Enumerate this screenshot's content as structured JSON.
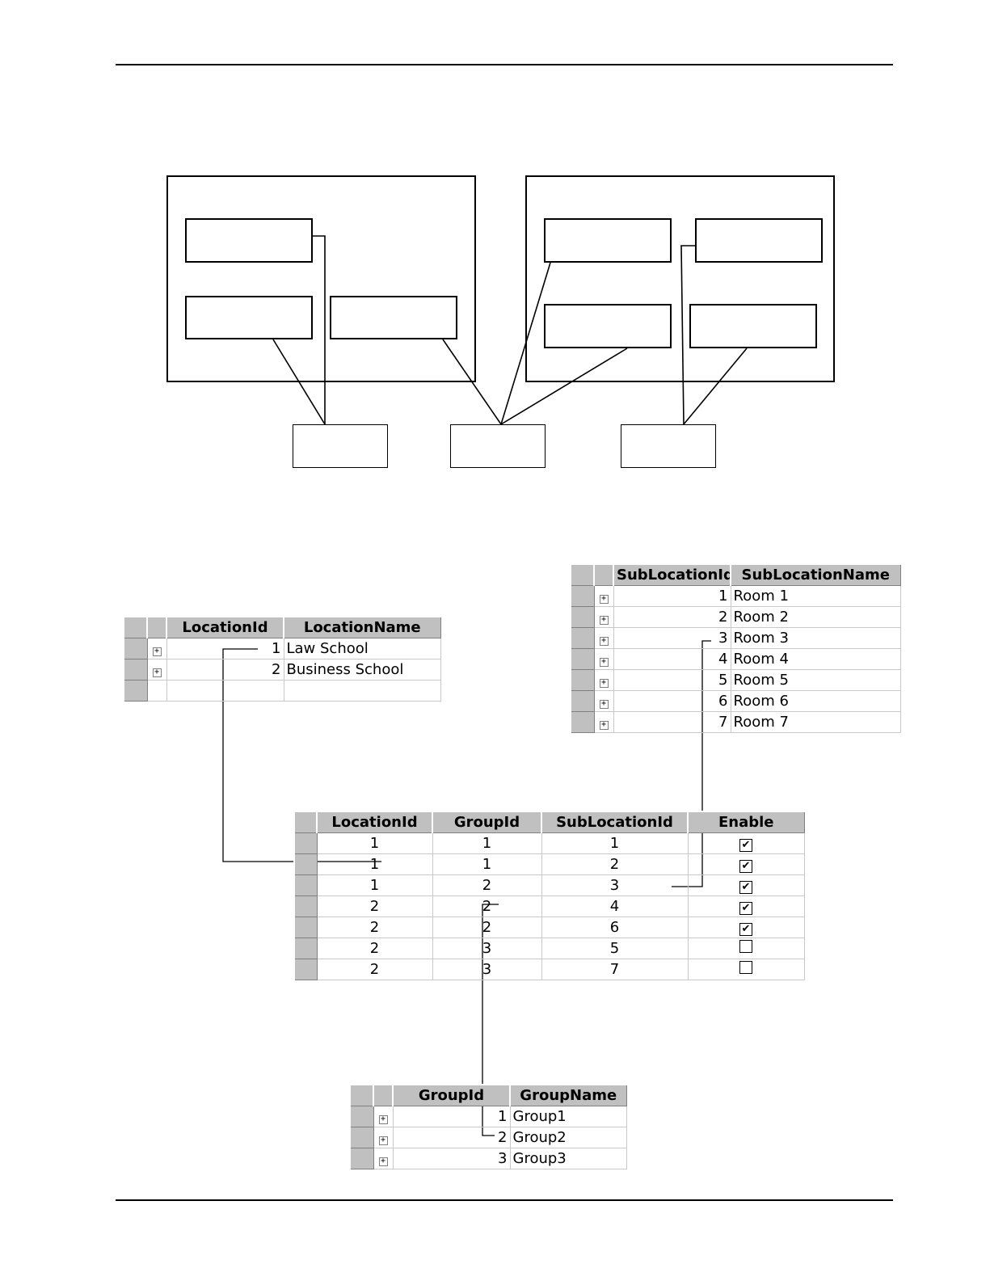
{
  "location_table": {
    "columns": [
      "LocationId",
      "LocationName"
    ],
    "rows": [
      {
        "id": "1",
        "name": "Law School"
      },
      {
        "id": "2",
        "name": "Business School"
      }
    ]
  },
  "sublocation_table": {
    "columns": [
      "SubLocationId",
      "SubLocationName"
    ],
    "rows": [
      {
        "id": "1",
        "name": "Room 1"
      },
      {
        "id": "2",
        "name": "Room 2"
      },
      {
        "id": "3",
        "name": "Room 3"
      },
      {
        "id": "4",
        "name": "Room 4"
      },
      {
        "id": "5",
        "name": "Room 5"
      },
      {
        "id": "6",
        "name": "Room 6"
      },
      {
        "id": "7",
        "name": "Room 7"
      }
    ]
  },
  "mapping_table": {
    "columns": [
      "LocationId",
      "GroupId",
      "SubLocationId",
      "Enable"
    ],
    "rows": [
      {
        "location": "1",
        "group": "1",
        "sublocation": "1",
        "enabled": true
      },
      {
        "location": "1",
        "group": "1",
        "sublocation": "2",
        "enabled": true
      },
      {
        "location": "1",
        "group": "2",
        "sublocation": "3",
        "enabled": true
      },
      {
        "location": "2",
        "group": "2",
        "sublocation": "4",
        "enabled": true
      },
      {
        "location": "2",
        "group": "2",
        "sublocation": "6",
        "enabled": true
      },
      {
        "location": "2",
        "group": "3",
        "sublocation": "5",
        "enabled": false
      },
      {
        "location": "2",
        "group": "3",
        "sublocation": "7",
        "enabled": false
      }
    ]
  },
  "group_table": {
    "columns": [
      "GroupId",
      "GroupName"
    ],
    "rows": [
      {
        "id": "1",
        "name": "Group1"
      },
      {
        "id": "2",
        "name": "Group2"
      },
      {
        "id": "3",
        "name": "Group3"
      }
    ]
  },
  "icons": {
    "expand": "plus-box-icon",
    "checked": "checkbox-checked-icon",
    "unchecked": "checkbox-unchecked-icon"
  }
}
